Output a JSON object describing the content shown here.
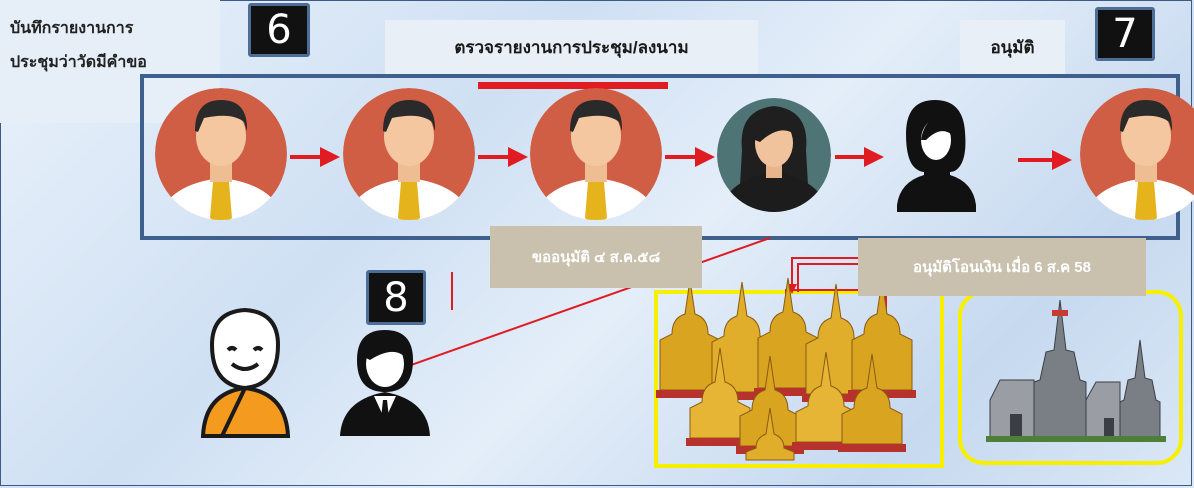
{
  "note": {
    "line1": "บันทึกรายงานการ",
    "line2": "ประชุมว่าวัดมีคำขอ"
  },
  "steps": {
    "six": "6",
    "seven": "7",
    "eight": "8"
  },
  "headers": {
    "review": "ตรวจรายงานการประชุม/ลงนาม",
    "approve": "อนุมัติ"
  },
  "callouts": {
    "request": "ขออนุมัติ ๔ ส.ค.๕๘",
    "transfer": "อนุมัติโอนเงิน เมื่อ 6 ส.ค 58"
  },
  "colors": {
    "frame": "#3f5f8c",
    "arrow": "#e11b22",
    "yellow": "#f6f000",
    "avatar_orange": "#cf5e44",
    "avatar_teal": "#4f7476"
  },
  "icons": [
    "man-avatar-icon",
    "woman-avatar-icon",
    "woman-silhouette-icon",
    "monk-icon",
    "businessman-icon",
    "golden-pagoda-icon",
    "temple-icon"
  ]
}
